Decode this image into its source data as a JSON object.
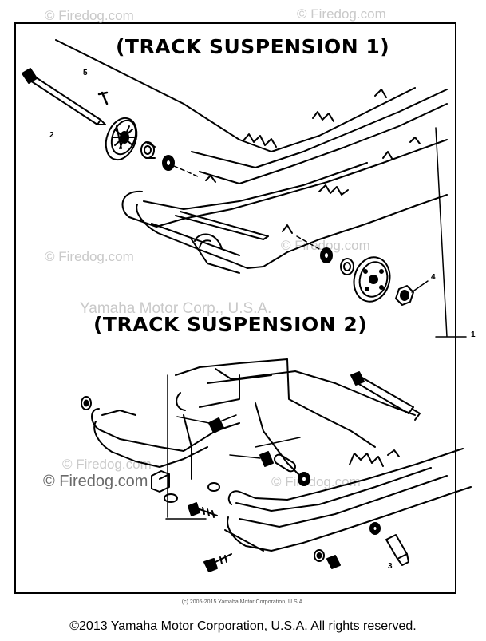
{
  "headings": {
    "suspension_1": "(TRACK SUSPENSION 1)",
    "suspension_2": "(TRACK SUSPENSION 2)"
  },
  "watermarks": {
    "top_left": "© Firedog.com",
    "top_right": "© Firedog.com",
    "middle_left": "© Firedog.com",
    "middle_right": "© Firedog.com",
    "center": "Yamaha Motor Corp., U.S.A.",
    "lower_left": "© Firedog.com",
    "lower_left_2": "© Firedog.com",
    "lower_right": "© Firedog.com"
  },
  "callouts": {
    "part_1": "1",
    "part_2": "2",
    "part_3": "3",
    "part_4": "4",
    "part_5": "5"
  },
  "caption": "(c) 2005-2015 Yamaha Motor Corporation, U.S.A.",
  "footer": "©2013 Yamaha Motor Corporation, U.S.A. All rights reserved."
}
